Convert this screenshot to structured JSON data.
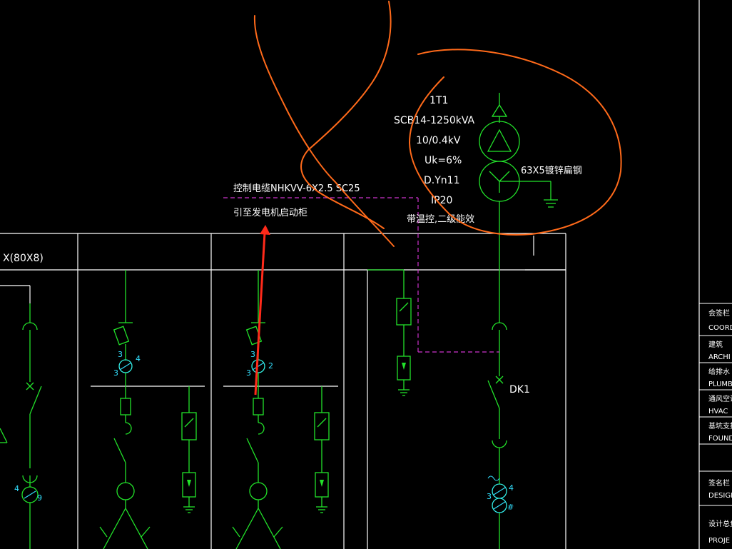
{
  "colors": {
    "background": "#000000",
    "frame": "#ffffff",
    "circuit": "#22e22a",
    "control_cable": "#cc33cc",
    "cyan": "#33e0ff",
    "annotation": "#ff6a1a",
    "arrow": "#ff2a1a"
  },
  "transformer": {
    "id": "1T1",
    "model": "SCB14-1250kVA",
    "voltage": "10/0.4kV",
    "uk": "Uk=6%",
    "connection": "D.Yn11",
    "ip": "IP20",
    "note": "带温控,二级能效",
    "grounding": "63X5镀锌扁钢"
  },
  "cable": {
    "spec": "控制电缆NHKVV-6X2.5  SC25",
    "destination": "引至发电机启动柜"
  },
  "busbar": {
    "label": "X(80X8)"
  },
  "breaker": {
    "label": "DK1"
  },
  "ct_numbers": {
    "n3a": "3",
    "n4a": "4",
    "n3b": "3",
    "n3c": "3",
    "n2c": "2",
    "n3d": "3",
    "n4e": "4",
    "n9e": "9",
    "n3f": "3",
    "n4f": "4",
    "nsf": "#"
  },
  "title_block": [
    {
      "cn": "会签栏",
      "en": "COORD"
    },
    {
      "cn": "建筑",
      "en": "ARCHI"
    },
    {
      "cn": "给排水",
      "en": "PLUMB"
    },
    {
      "cn": "通风空调",
      "en": "HVAC"
    },
    {
      "cn": "基坑支护",
      "en": "FOUND"
    },
    {
      "cn": "",
      "en": ""
    },
    {
      "cn": "签名栏",
      "en": "DESIGN"
    },
    {
      "cn": "设计总负责",
      "en": "PROJE"
    }
  ]
}
